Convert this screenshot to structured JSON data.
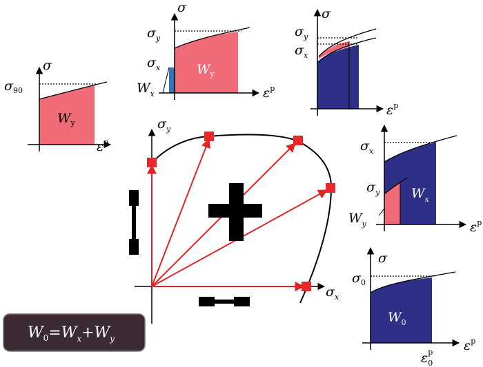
{
  "colors": {
    "red_fill": "#f06b78",
    "blue_fill": "#2e2f86",
    "light_blue": "#2f78b8",
    "marker": "#e8282a",
    "arrow": "#e02424",
    "formula_bg": "#3b2a33"
  },
  "labels": {
    "sigma": "σ",
    "eps": "ε",
    "p": "p",
    "s90_sub": "90",
    "y": "y",
    "x": "x",
    "zero": "0",
    "W": "W",
    "formula": {
      "W0": "W",
      "eq": "=W",
      "plus": "+W"
    }
  }
}
